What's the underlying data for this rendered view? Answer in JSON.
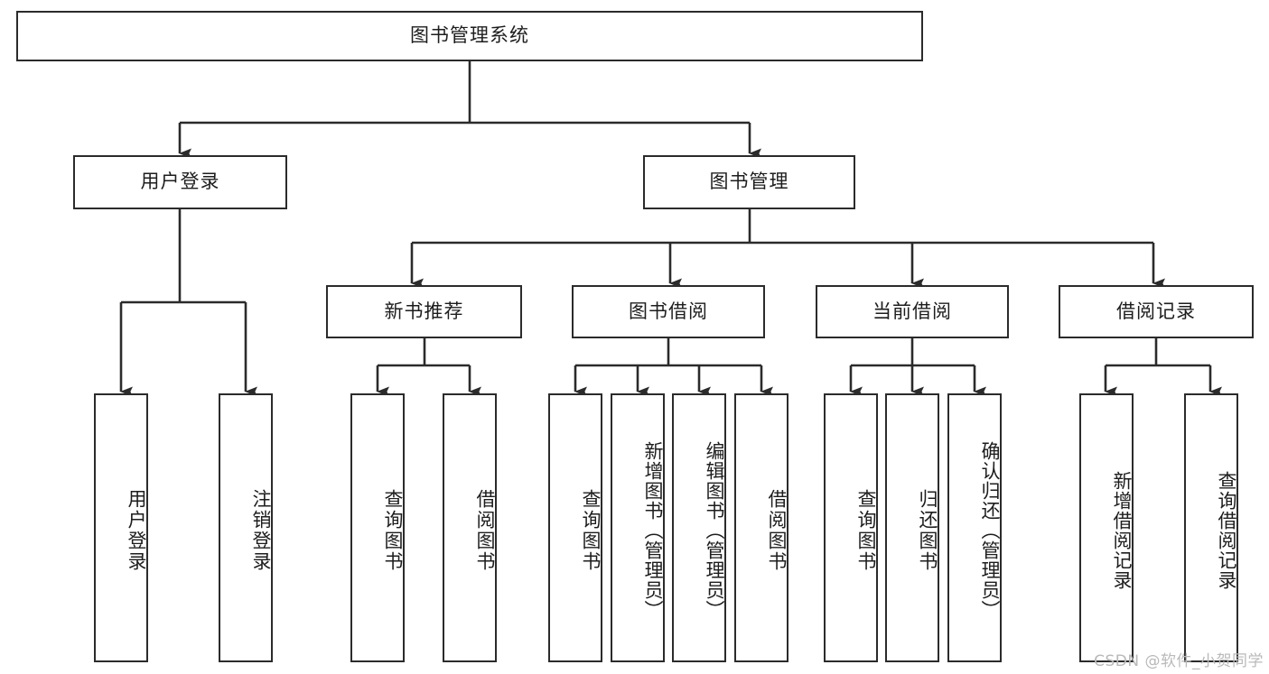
{
  "diagram": {
    "title": "图书管理系统",
    "type": "hierarchy-tree",
    "colors": {
      "box_border": "#2b2b2b",
      "box_fill": "#ffffff",
      "edge": "#2b2b2b",
      "text": "#1d1d1d",
      "watermark": "#b9b9b9"
    },
    "root": {
      "label": "图书管理系统"
    },
    "level2": [
      {
        "label": "用户登录"
      },
      {
        "label": "图书管理"
      }
    ],
    "level3": [
      {
        "label": "新书推荐"
      },
      {
        "label": "图书借阅"
      },
      {
        "label": "当前借阅"
      },
      {
        "label": "借阅记录"
      }
    ],
    "leaves": {
      "user_login": [
        {
          "label": "用户登录"
        },
        {
          "label": "注销登录"
        }
      ],
      "new_book_recommend": [
        {
          "label": "查询图书"
        },
        {
          "label": "借阅图书"
        }
      ],
      "book_borrow": [
        {
          "label": "查询图书"
        },
        {
          "label": "新增图书（管理员）"
        },
        {
          "label": "编辑图书（管理员）"
        },
        {
          "label": "借阅图书"
        }
      ],
      "current_borrow": [
        {
          "label": "查询图书"
        },
        {
          "label": "归还图书"
        },
        {
          "label": "确认归还（管理员）"
        }
      ],
      "borrow_record": [
        {
          "label": "新增借阅记录"
        },
        {
          "label": "查询借阅记录"
        }
      ]
    },
    "watermark": "CSDN @软件_小贺同学"
  }
}
